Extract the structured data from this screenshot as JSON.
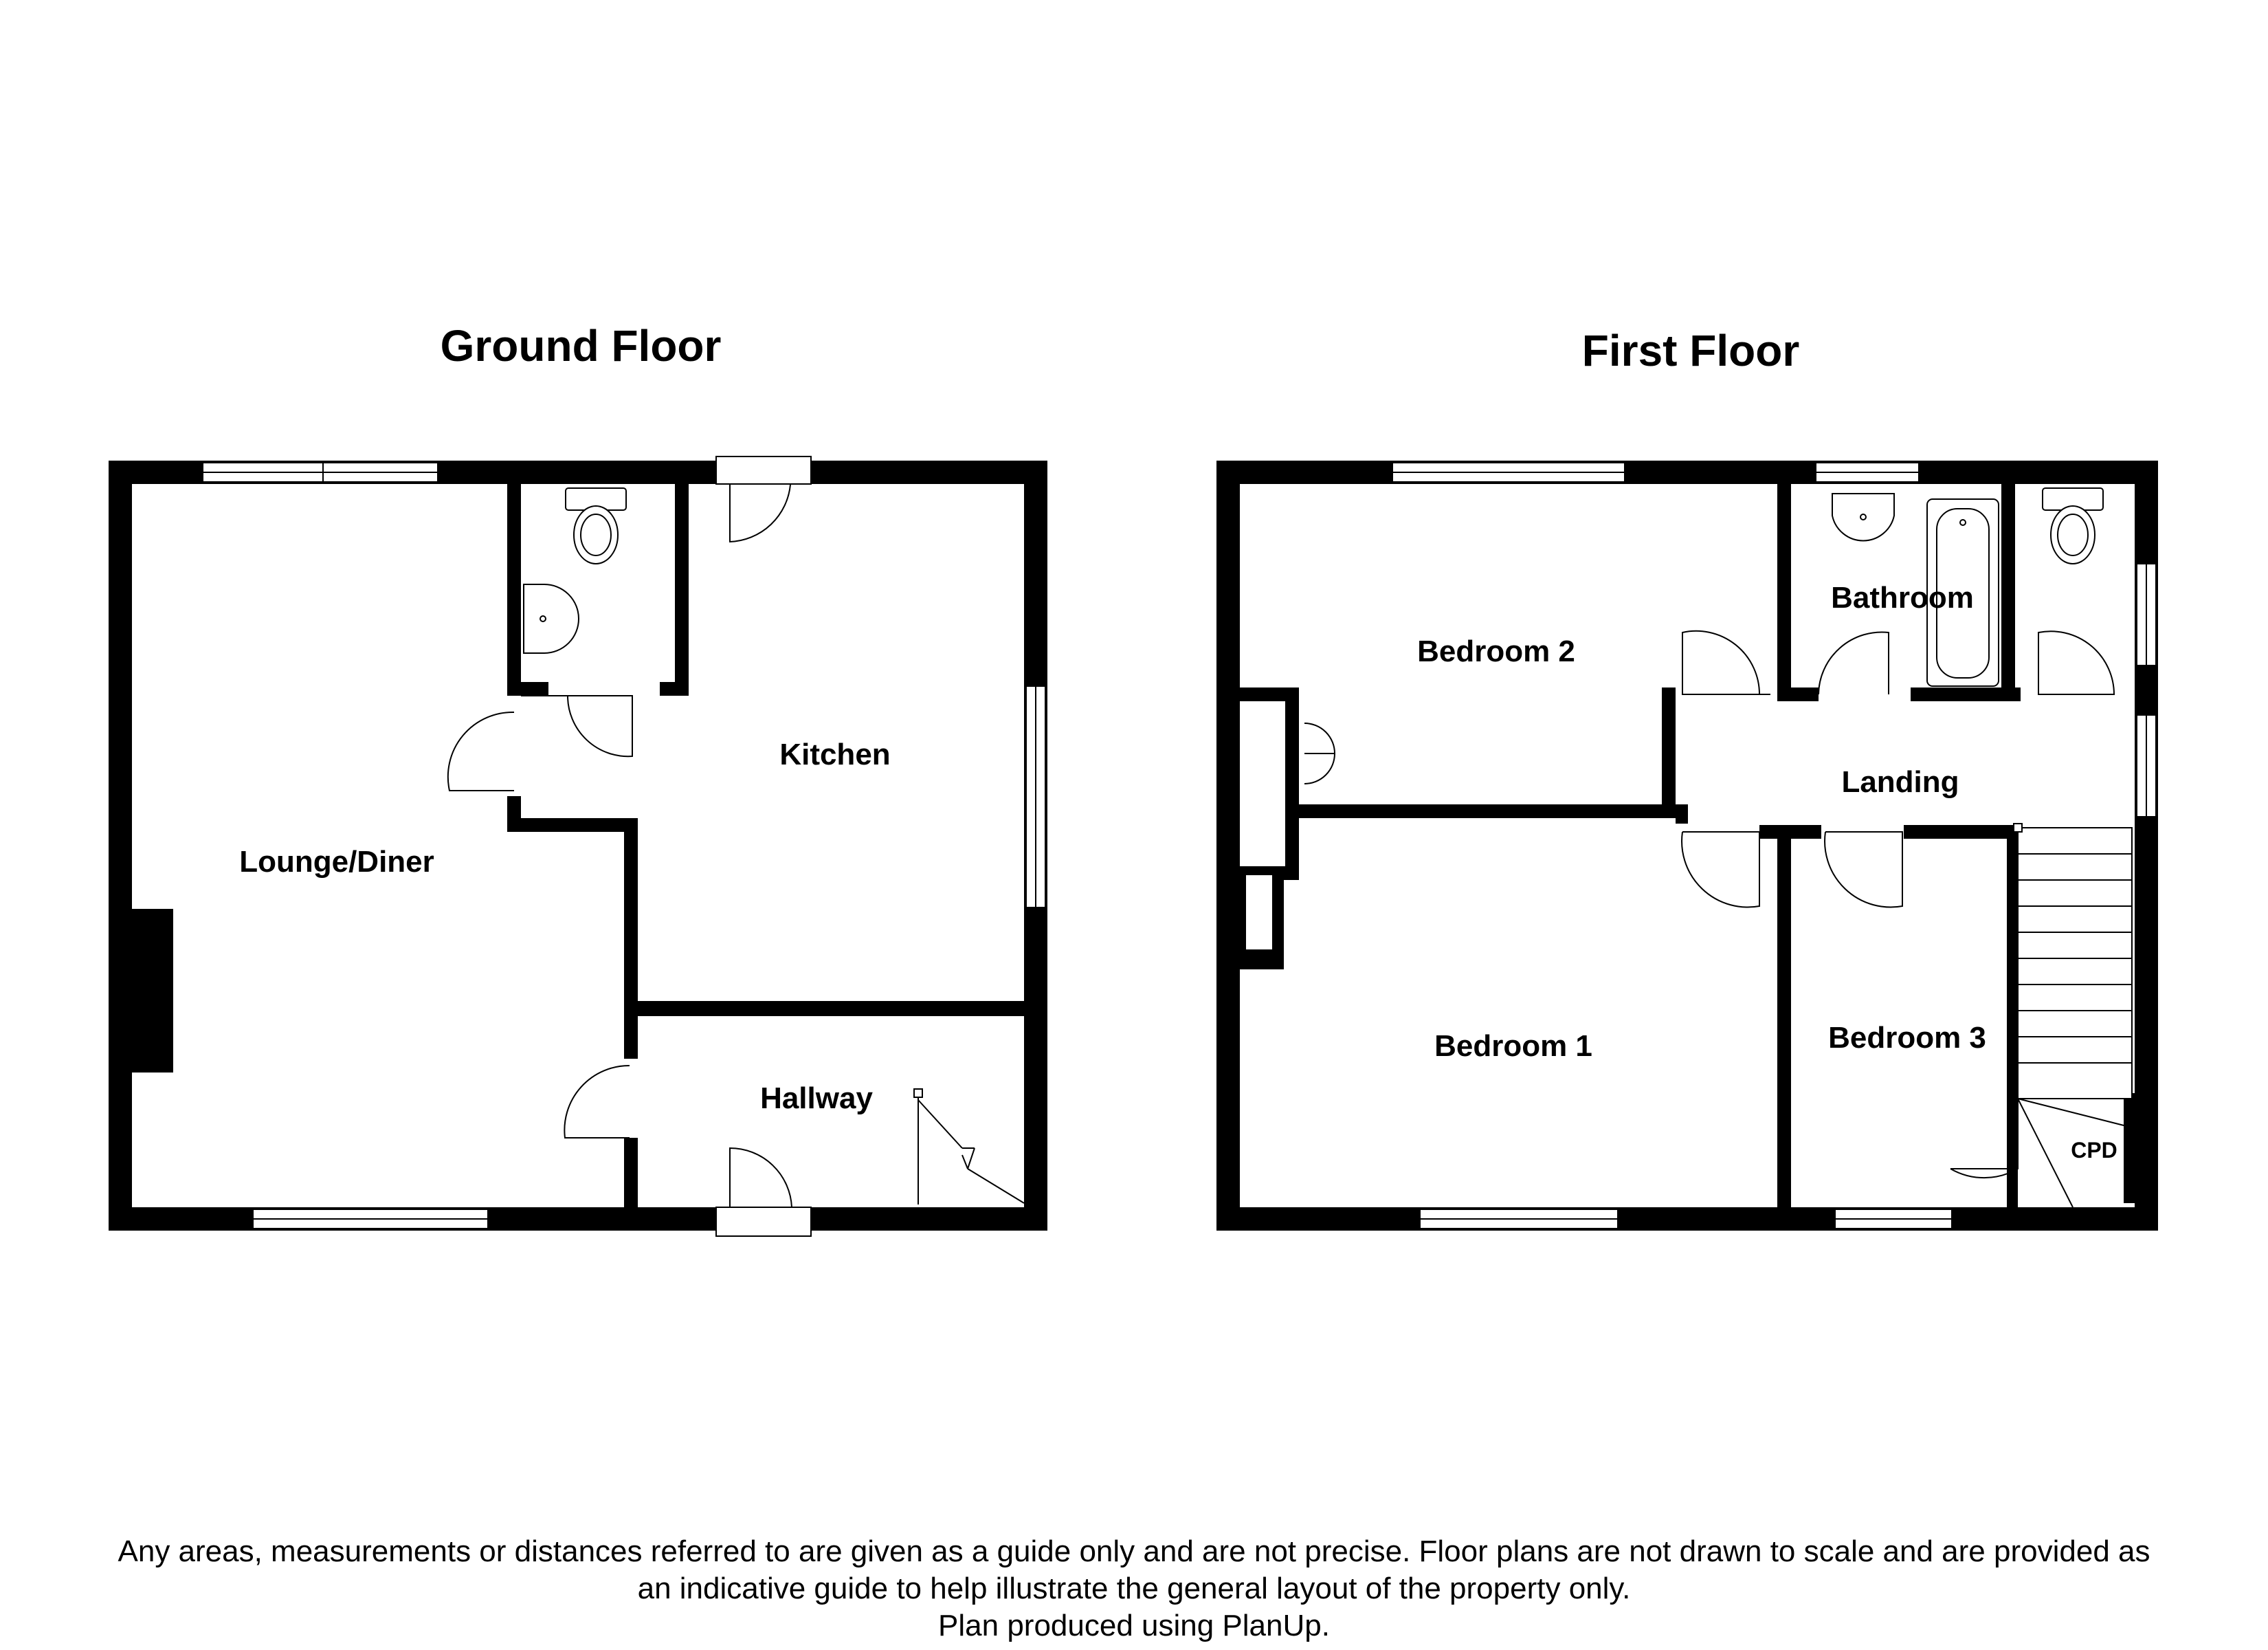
{
  "floors": [
    {
      "title": "Ground Floor",
      "rooms": [
        "Lounge/Diner",
        "Kitchen",
        "Hallway"
      ]
    },
    {
      "title": "First Floor",
      "rooms": [
        "Bedroom 2",
        "Bathroom",
        "Landing",
        "Bedroom 1",
        "Bedroom 3",
        "CPD"
      ]
    }
  ],
  "disclaimer": {
    "line1": "Any areas, measurements or distances referred to are given as a guide only and are not precise. Floor plans are not drawn to scale and are provided as",
    "line2": "an indicative guide to help illustrate the general layout of the property only.",
    "line3": "Plan produced using PlanUp."
  }
}
